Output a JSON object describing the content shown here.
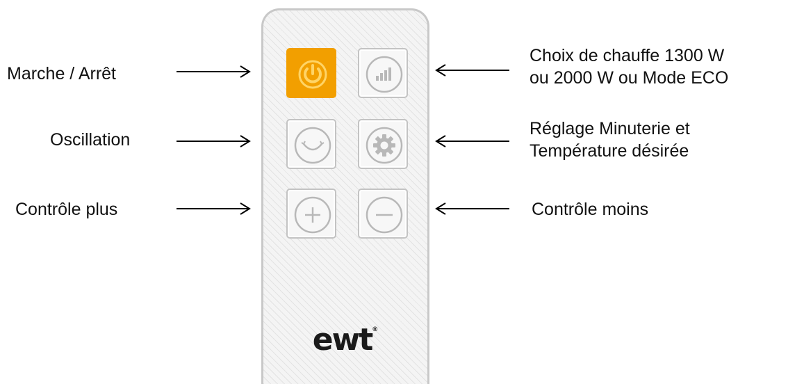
{
  "labels": {
    "power": "Marche / Arrêt",
    "oscillation": "Oscillation",
    "plus": "Contrôle plus",
    "heat_choice_line1": "Choix de chauffe 1300 W",
    "heat_choice_line2": "ou 2000 W ou Mode ECO",
    "timer_line1": "Réglage Minuterie et",
    "timer_line2": "Température désirée",
    "minus": "Contrôle moins"
  },
  "remote": {
    "logo": "ewt",
    "logo_mark": "®"
  },
  "colors": {
    "power_accent": "#f29f00",
    "button_border": "#c3c3c3",
    "icon_gray": "#b8b8b8",
    "text": "#111111"
  },
  "icons": [
    "power-icon",
    "signal-bars-icon",
    "oscillation-icon",
    "gear-icon",
    "plus-icon",
    "minus-icon"
  ]
}
